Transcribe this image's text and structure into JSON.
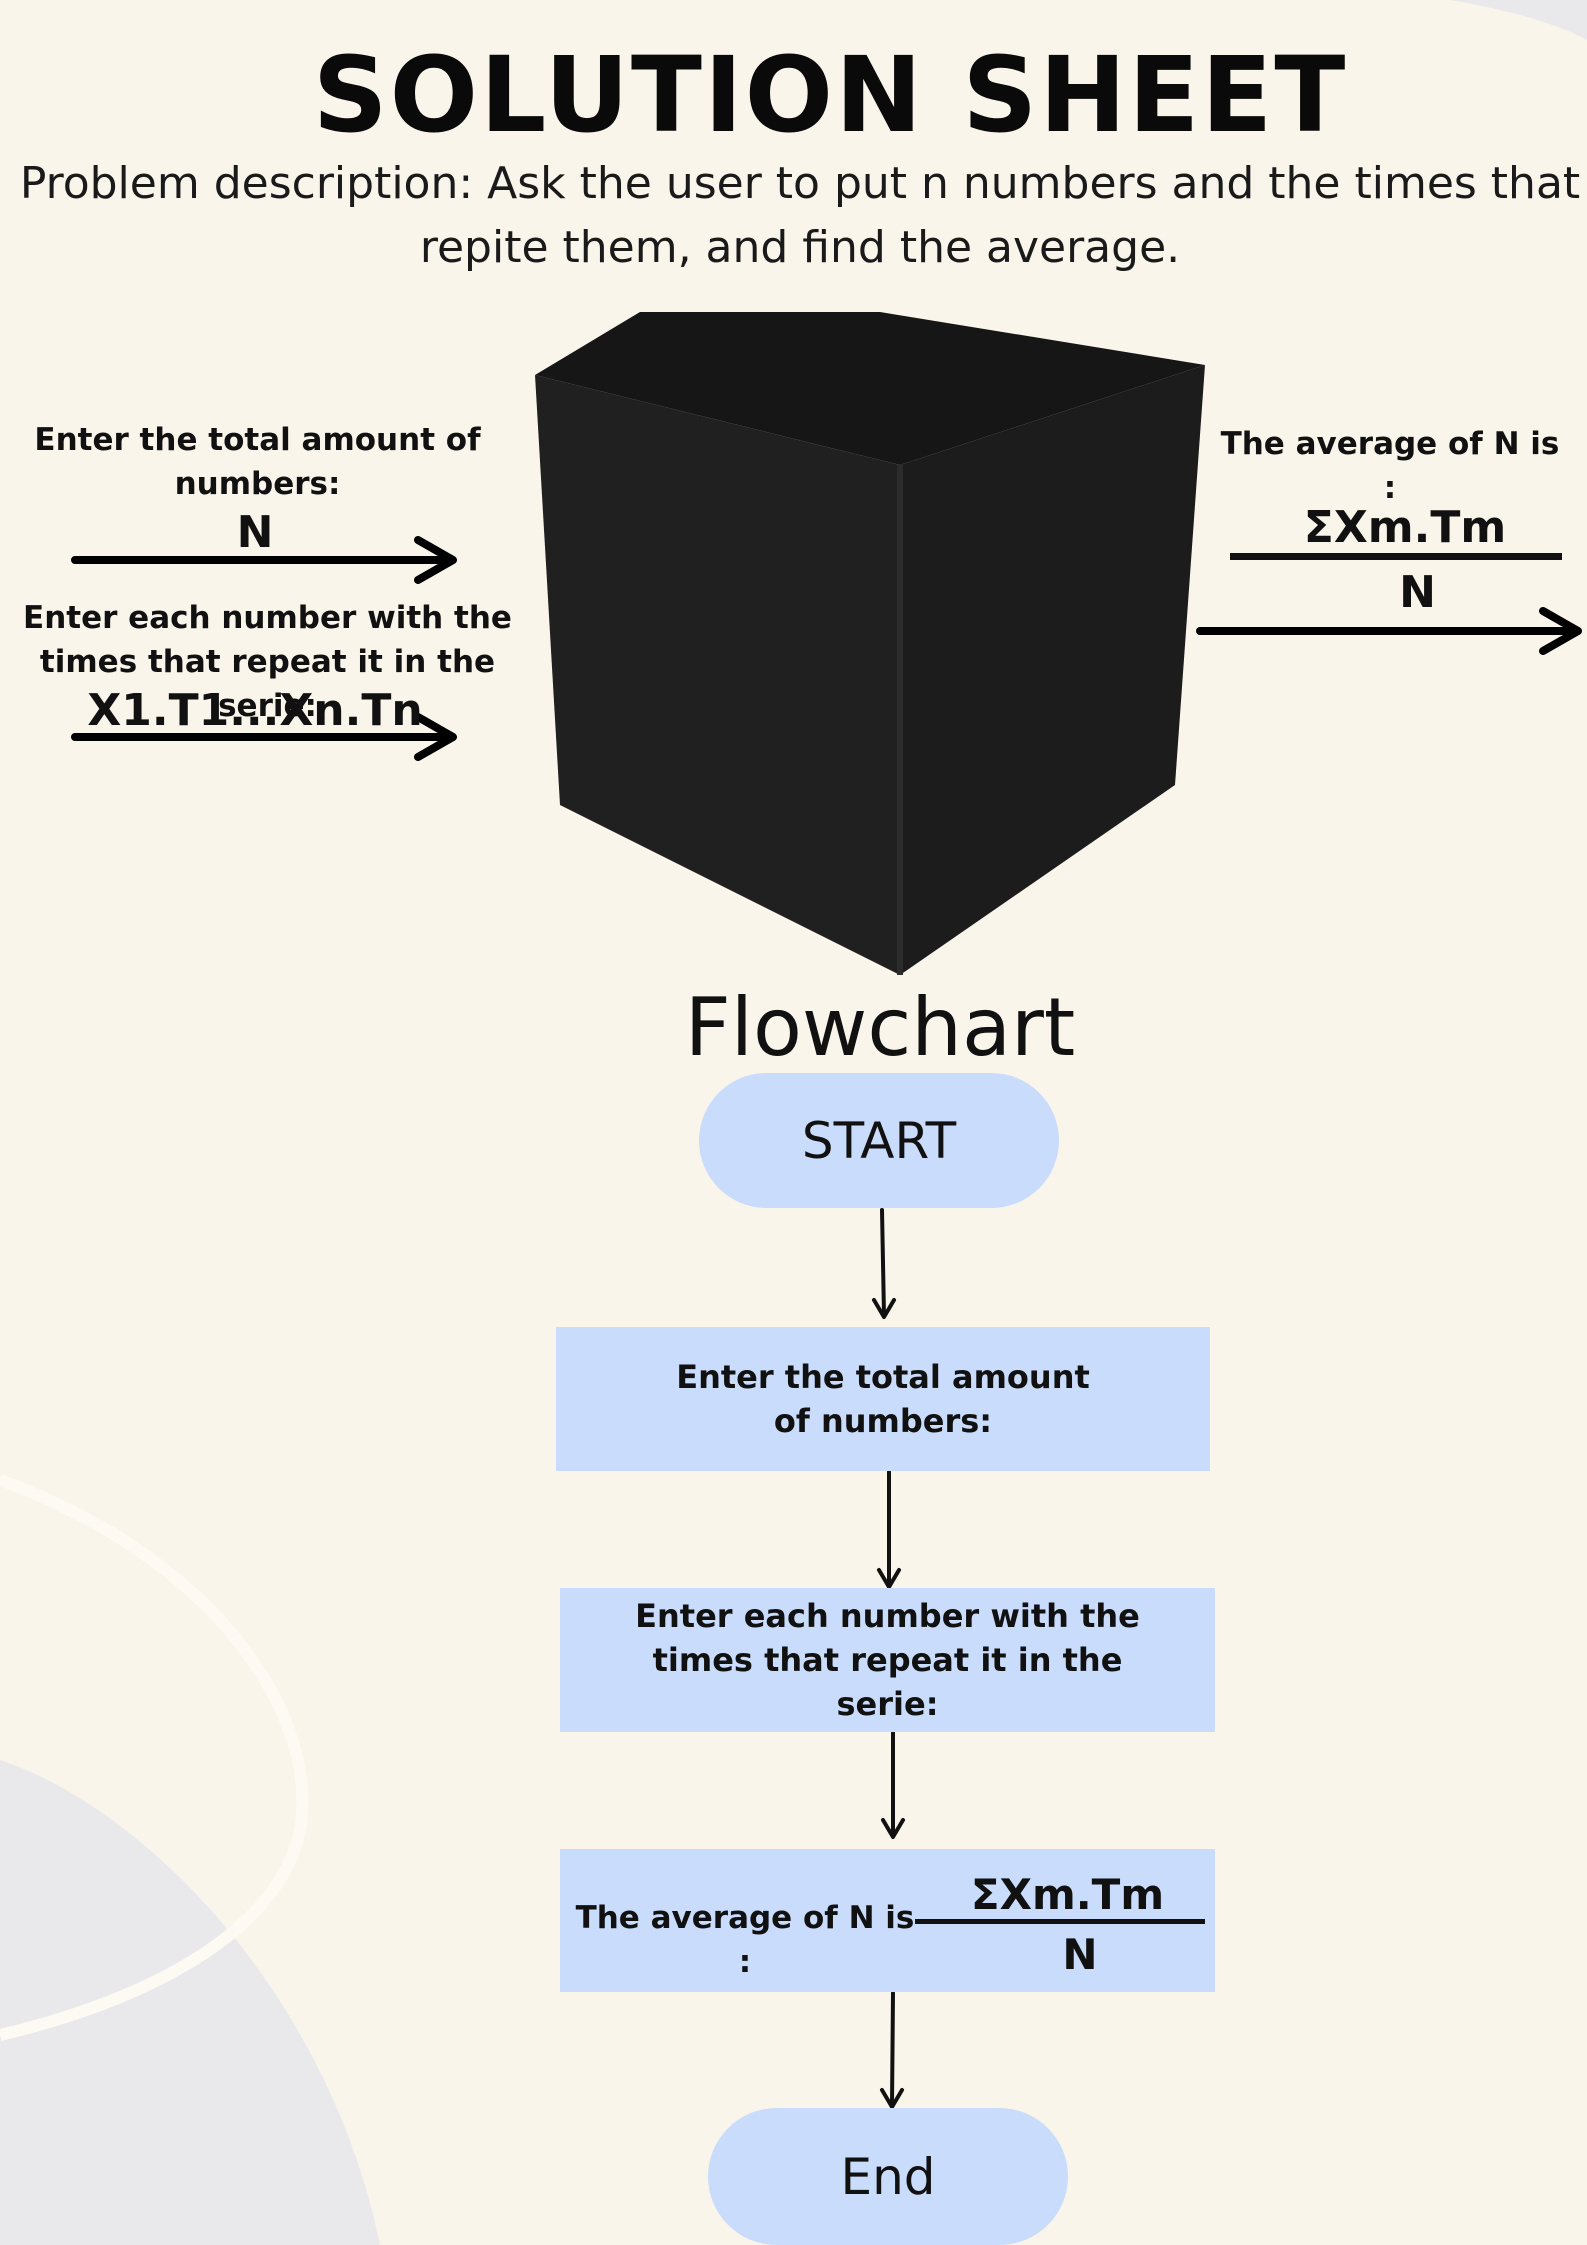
{
  "header": {
    "title": "SOLUTION SHEET",
    "description": "Problem description: Ask the user to put n numbers and the times that repite them, and find the average."
  },
  "black_box": {
    "input1_label": "Enter the total amount of numbers:",
    "input1_symbol": "N",
    "input2_label": "Enter each number with the times that repeat it in the serie:",
    "input2_symbol": "X1.T1...Xn.Tn",
    "output_label": "The average of N is :",
    "output_numerator": "ΣXm.Tm",
    "output_denominator": "N"
  },
  "flowchart": {
    "title": "Flowchart",
    "start_label": "START",
    "step1_label": "Enter the total amount of numbers:",
    "step2_label": "Enter each number with the times that repeat it in the serie:",
    "step3_label": "The average of N is :",
    "step3_numerator": "ΣXm.Tm",
    "step3_denominator": "N",
    "end_label": "End"
  },
  "colors": {
    "background": "#faf5eb",
    "shape_fill": "#c9dcfb",
    "cube": "#1c1c1c",
    "text": "#111111"
  }
}
